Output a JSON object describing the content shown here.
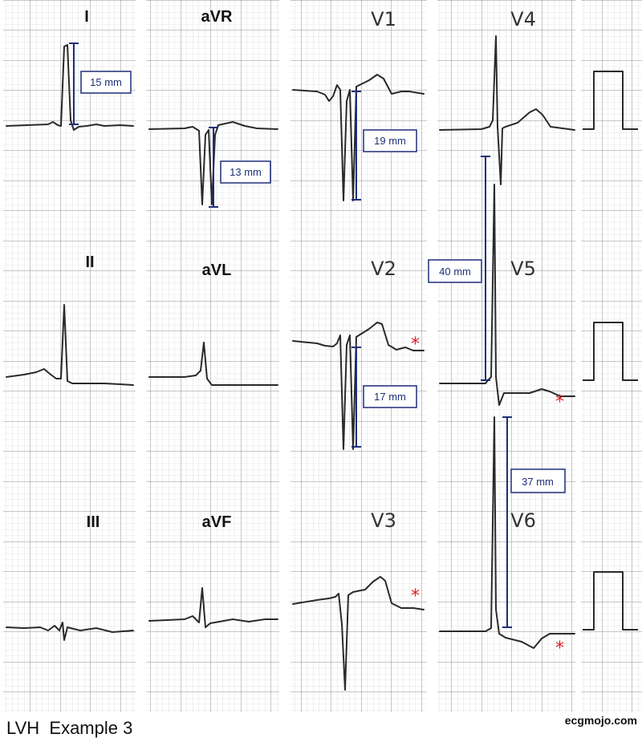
{
  "caption": "LVH  Example 3",
  "site": "ecgmojo.com",
  "colors": {
    "background": "#ffffff",
    "grid_minor": "#cfcfcf",
    "grid_major": "#8f8f8f",
    "trace": "#2a2a2a",
    "measurement": "#1f2f7a",
    "asterisk": "#e01b24"
  },
  "leads": {
    "I": "I",
    "aVR": "aVR",
    "V1": "V1",
    "V4": "V4",
    "II": "II",
    "aVL": "aVL",
    "V2": "V2",
    "V5": "V5",
    "III": "III",
    "aVF": "aVF",
    "V3": "V3",
    "V6": "V6"
  },
  "measurements": {
    "I": "15 mm",
    "aVR": "13 mm",
    "V1": "19 mm",
    "V2": "17 mm",
    "V5": "40 mm",
    "V6": "37 mm"
  },
  "asterisk": "*"
}
